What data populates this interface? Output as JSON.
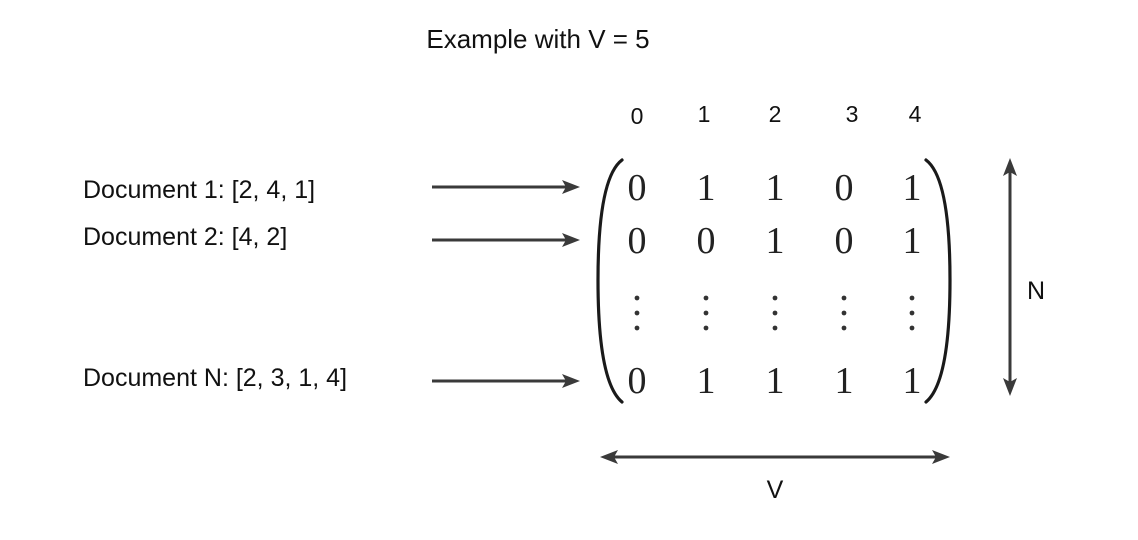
{
  "title": "Example with V = 5",
  "column_indices": [
    "0",
    "1",
    "2",
    "3",
    "4"
  ],
  "documents": [
    {
      "label": "Document 1: [2, 4, 1]",
      "row": [
        "0",
        "1",
        "1",
        "0",
        "1"
      ]
    },
    {
      "label": "Document 2: [4, 2]",
      "row": [
        "0",
        "0",
        "1",
        "0",
        "1"
      ]
    },
    {
      "label": "Document N: [2, 3, 1, 4]",
      "row": [
        "0",
        "1",
        "1",
        "1",
        "1"
      ]
    }
  ],
  "ellipsis_row": "⋮",
  "dimension_labels": {
    "rows": "N",
    "columns": "V"
  },
  "colors": {
    "text": "#111111",
    "arrow": "#3a3a3a",
    "matrix": "#222222"
  }
}
